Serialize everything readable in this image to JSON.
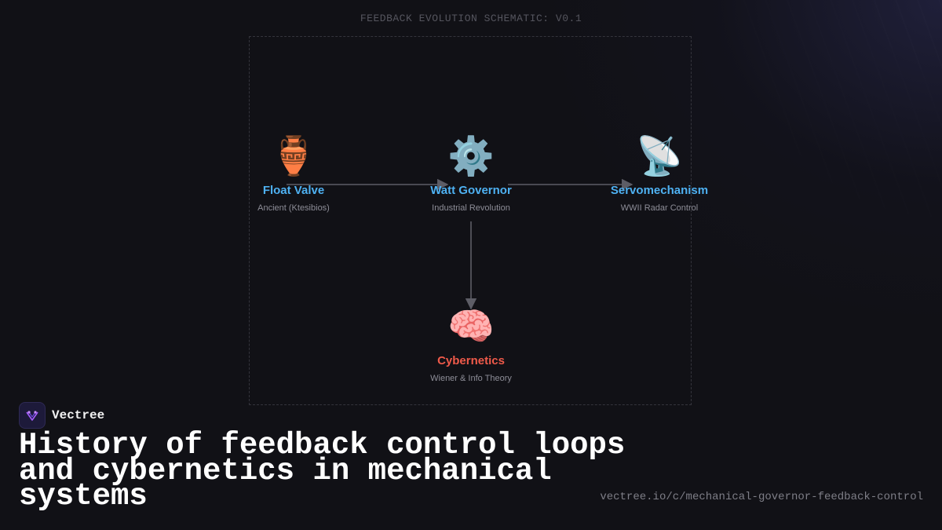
{
  "schematic": {
    "title": "FEEDBACK EVOLUTION SCHEMATIC: V0.1",
    "nodes": [
      {
        "id": "float-valve",
        "icon": "amphora-icon",
        "glyph": "🏺",
        "name": "Float Valve",
        "sub": "Ancient (Ktesibios)",
        "color": "#4eb1f2"
      },
      {
        "id": "watt-governor",
        "icon": "gear-icon",
        "glyph": "⚙️",
        "name": "Watt Governor",
        "sub": "Industrial Revolution",
        "color": "#4eb1f2"
      },
      {
        "id": "servomechanism",
        "icon": "satellite-dish-icon",
        "glyph": "📡",
        "name": "Servomechanism",
        "sub": "WWII Radar Control",
        "color": "#4eb1f2"
      },
      {
        "id": "cybernetics",
        "icon": "brain-icon",
        "glyph": "🧠",
        "name": "Cybernetics",
        "sub": "Wiener & Info Theory",
        "color": "#ef5a4a"
      }
    ]
  },
  "brand": {
    "name": "Vectree",
    "logo_icon": "vectree-logo-icon"
  },
  "headline": "History of feedback control loops and cybernetics in mechanical systems",
  "url": "vectree.io/c/mechanical-governor-feedback-control"
}
